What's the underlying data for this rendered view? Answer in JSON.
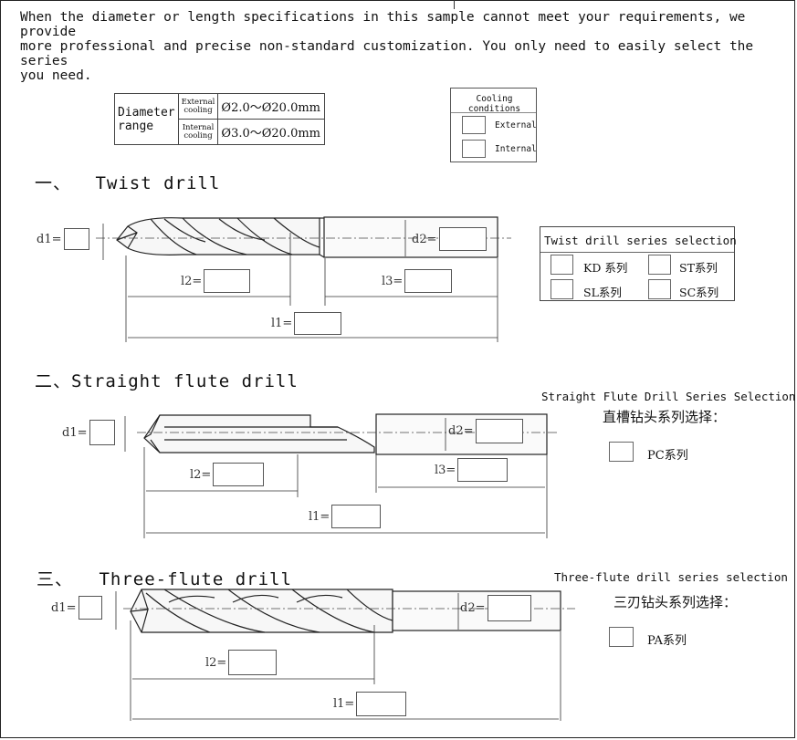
{
  "intro": "When the diameter or length specifications in this sample cannot meet your requirements, we provide\nmore professional and precise non-standard customization. You only need to easily select the series\nyou need.",
  "diameter_range": {
    "label_line1": "Diameter",
    "label_line2": "range",
    "rows": [
      {
        "type_line1": "External",
        "type_line2": "cooling",
        "value": "Ø2.0～Ø20.0mm"
      },
      {
        "type_line1": "Internal",
        "type_line2": "cooling",
        "value": "Ø3.0～Ø20.0mm"
      }
    ]
  },
  "cooling": {
    "title": "Cooling conditions",
    "options": [
      "External",
      "Internal"
    ]
  },
  "sections": [
    {
      "numeral": "一、",
      "title": "Twist drill"
    },
    {
      "numeral": "二、",
      "title": "Straight flute drill"
    },
    {
      "numeral": "三、",
      "title": "Three-flute drill"
    }
  ],
  "twist": {
    "d1_label": "d1=",
    "d2_label": "d2=",
    "l1_label": "l1=",
    "l2_label": "l2=",
    "l3_label": "l3=",
    "series_title": "Twist drill series selection",
    "series": [
      "KD 系列",
      "ST系列",
      "SL系列",
      "SC系列"
    ]
  },
  "straight": {
    "d1_label": "d1=",
    "d2_label": "d2=",
    "l1_label": "l1=",
    "l2_label": "l2=",
    "l3_label": "l3=",
    "series_title_en": "Straight Flute Drill Series Selection",
    "series_title_zh": "直槽钻头系列选择：",
    "series": [
      "PC系列"
    ]
  },
  "three_flute": {
    "d1_label": "d1=",
    "d2_label": "d2=",
    "l1_label": "l1=",
    "l2_label": "l2=",
    "series_title_en": "Three-flute drill series selection",
    "series_title_zh": "三刃钻头系列选择：",
    "series": [
      "PA系列"
    ]
  }
}
